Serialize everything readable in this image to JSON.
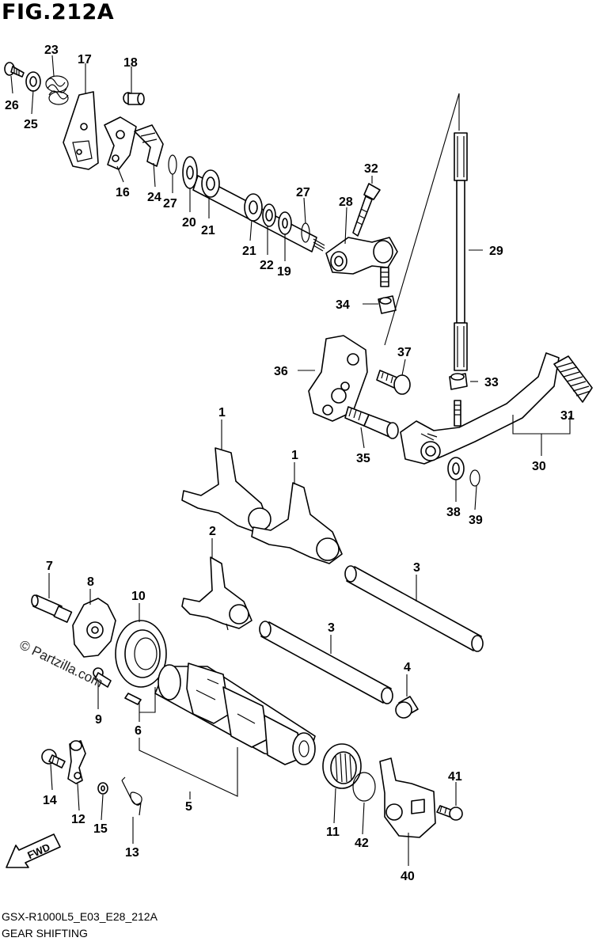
{
  "figure": {
    "title": "FIG.212A",
    "model_code": "GSX-R1000L5_E03_E28_212A",
    "section_name": "GEAR SHIFTING",
    "watermark": "© Partzilla.com",
    "direction_label": "FWD"
  },
  "callouts": [
    {
      "id": "c1a",
      "label": "1"
    },
    {
      "id": "c1b",
      "label": "1"
    },
    {
      "id": "c2",
      "label": "2"
    },
    {
      "id": "c3a",
      "label": "3"
    },
    {
      "id": "c3b",
      "label": "3"
    },
    {
      "id": "c4",
      "label": "4"
    },
    {
      "id": "c5",
      "label": "5"
    },
    {
      "id": "c6",
      "label": "6"
    },
    {
      "id": "c7",
      "label": "7"
    },
    {
      "id": "c8",
      "label": "8"
    },
    {
      "id": "c9",
      "label": "9"
    },
    {
      "id": "c10",
      "label": "10"
    },
    {
      "id": "c11",
      "label": "11"
    },
    {
      "id": "c12",
      "label": "12"
    },
    {
      "id": "c13",
      "label": "13"
    },
    {
      "id": "c14",
      "label": "14"
    },
    {
      "id": "c15",
      "label": "15"
    },
    {
      "id": "c16",
      "label": "16"
    },
    {
      "id": "c17",
      "label": "17"
    },
    {
      "id": "c18",
      "label": "18"
    },
    {
      "id": "c19",
      "label": "19"
    },
    {
      "id": "c20",
      "label": "20"
    },
    {
      "id": "c21a",
      "label": "21"
    },
    {
      "id": "c21b",
      "label": "21"
    },
    {
      "id": "c22",
      "label": "22"
    },
    {
      "id": "c23",
      "label": "23"
    },
    {
      "id": "c24",
      "label": "24"
    },
    {
      "id": "c25",
      "label": "25"
    },
    {
      "id": "c26",
      "label": "26"
    },
    {
      "id": "c27a",
      "label": "27"
    },
    {
      "id": "c27b",
      "label": "27"
    },
    {
      "id": "c28",
      "label": "28"
    },
    {
      "id": "c29",
      "label": "29"
    },
    {
      "id": "c30",
      "label": "30"
    },
    {
      "id": "c31",
      "label": "31"
    },
    {
      "id": "c32",
      "label": "32"
    },
    {
      "id": "c33",
      "label": "33"
    },
    {
      "id": "c34",
      "label": "34"
    },
    {
      "id": "c35",
      "label": "35"
    },
    {
      "id": "c36",
      "label": "36"
    },
    {
      "id": "c37",
      "label": "37"
    },
    {
      "id": "c38",
      "label": "38"
    },
    {
      "id": "c39",
      "label": "39"
    },
    {
      "id": "c40",
      "label": "40"
    },
    {
      "id": "c41",
      "label": "41"
    },
    {
      "id": "c42",
      "label": "42"
    }
  ]
}
